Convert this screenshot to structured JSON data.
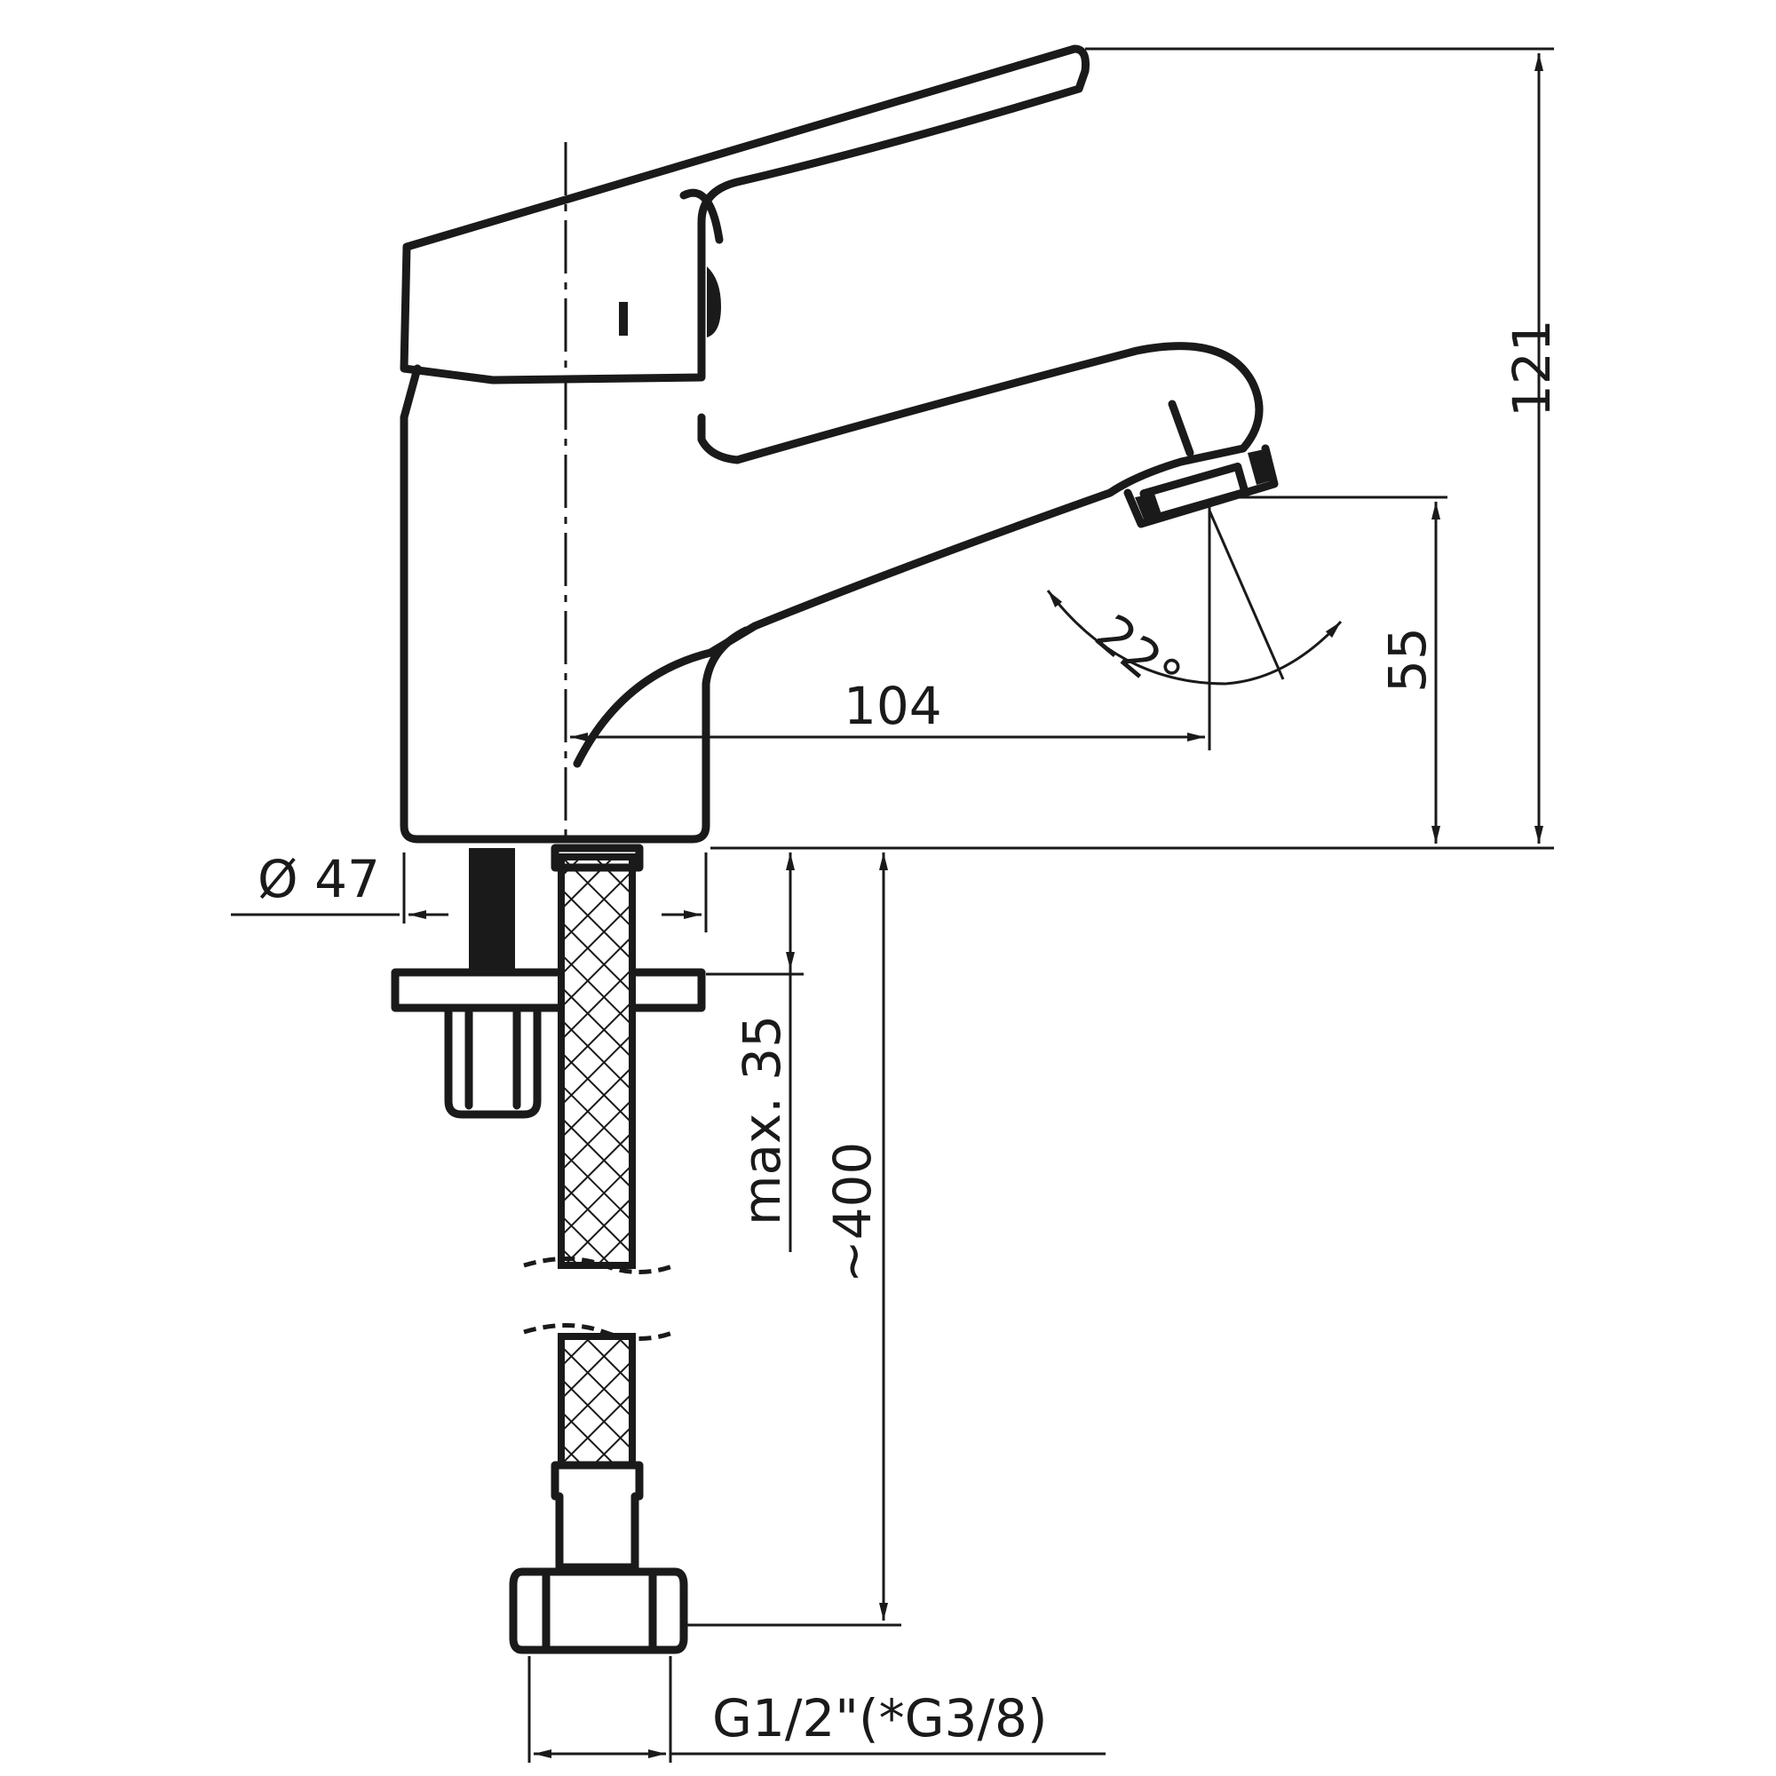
{
  "dimensions": {
    "height_total": "121",
    "spout_height": "55",
    "spout_reach": "104",
    "spray_angle": "22°",
    "base_diameter": "Ø 47",
    "max_thickness": "max. 35",
    "hose_length": "~400",
    "thread": "G1/2\"(*G3/8)"
  }
}
